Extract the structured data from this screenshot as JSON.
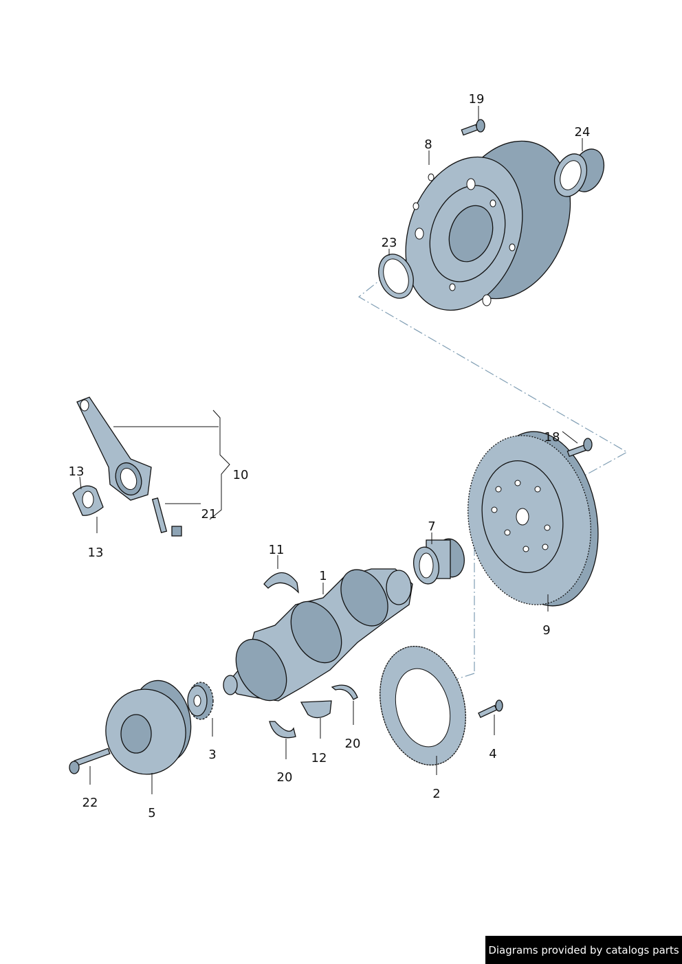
{
  "callouts": [
    "19",
    "24",
    "8",
    "23",
    "18",
    "13",
    "10",
    "21",
    "13",
    "7",
    "11",
    "1",
    "9",
    "3",
    "20",
    "4",
    "12",
    "20",
    "2",
    "22",
    "5"
  ],
  "footer": {
    "credit": "Diagrams provided by catalogs parts"
  },
  "colors": {
    "part": "#a9bccb",
    "axis": "#7f9db3",
    "badge": "#000000"
  }
}
